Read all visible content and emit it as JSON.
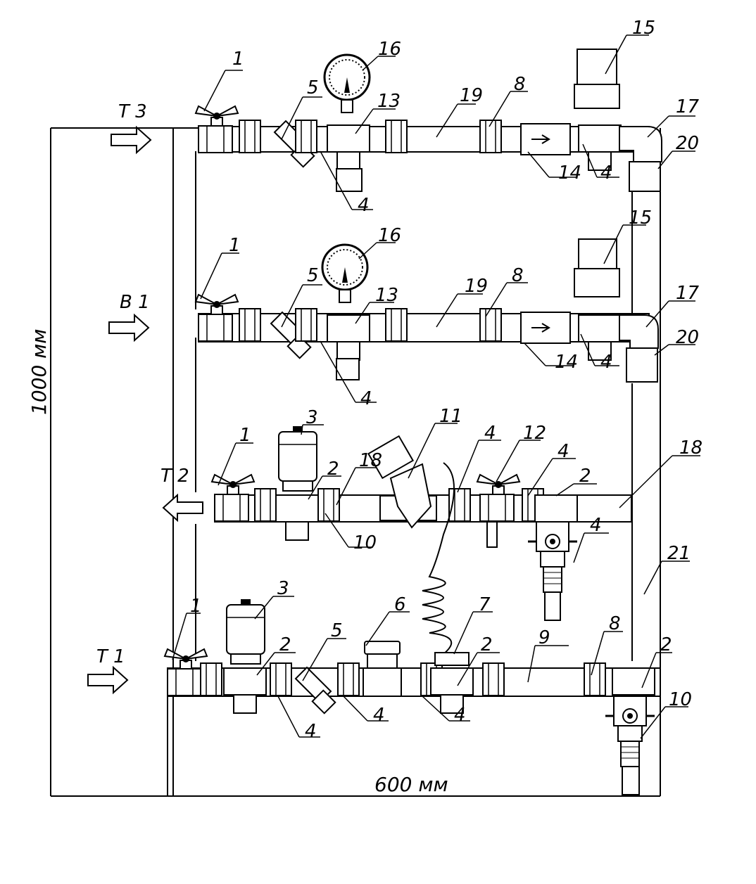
{
  "drawing": {
    "inlets": {
      "t3": "Т 3",
      "b1": "В 1",
      "t2": "Т 2",
      "t1": "Т 1"
    },
    "dimensions": {
      "height": "1000 мм",
      "width": "600 мм"
    },
    "callouts": [
      "1",
      "16",
      "5",
      "13",
      "19",
      "8",
      "15",
      "17",
      "20",
      "14",
      "4",
      "4",
      "1",
      "16",
      "5",
      "13",
      "19",
      "8",
      "15",
      "17",
      "20",
      "14",
      "4",
      "4",
      "1",
      "3",
      "2",
      "18",
      "11",
      "4",
      "12",
      "4",
      "2",
      "18",
      "4",
      "10",
      "21",
      "1",
      "3",
      "2",
      "5",
      "6",
      "7",
      "2",
      "9",
      "8",
      "2",
      "10",
      "4",
      "4",
      "4"
    ]
  }
}
